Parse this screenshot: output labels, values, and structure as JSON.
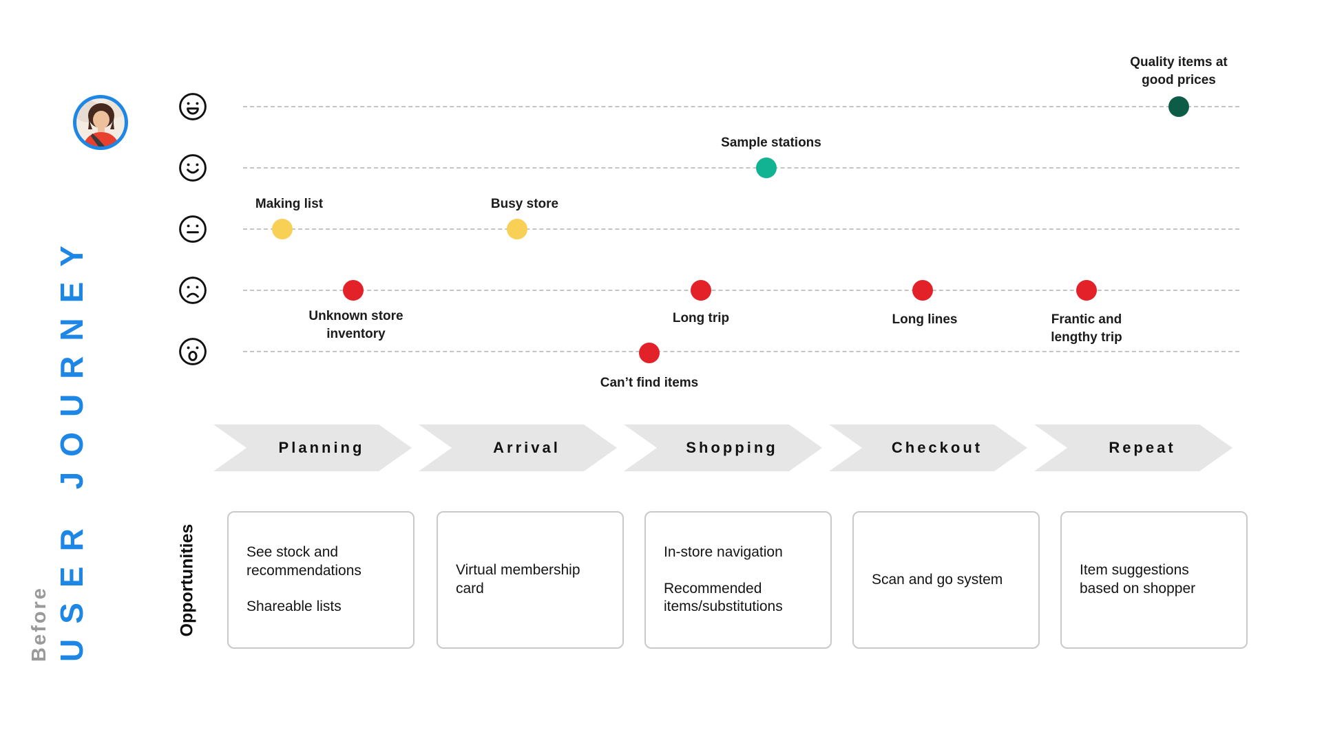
{
  "sidebar": {
    "pretitle": "Before",
    "title": "USER JOURNEY"
  },
  "persona": {
    "avatar_icon": "shopper-avatar"
  },
  "mood_scale": {
    "icons": [
      "grin-face-icon",
      "smile-face-icon",
      "neutral-face-icon",
      "frown-face-icon",
      "distress-face-icon"
    ],
    "levels": [
      "very happy",
      "happy",
      "neutral",
      "unhappy",
      "very unhappy"
    ]
  },
  "journey": {
    "points": [
      {
        "label": "Making list",
        "phase": "Planning",
        "mood_level": 3,
        "sentiment": "neutral",
        "color": "#f8d056"
      },
      {
        "label": "Busy store",
        "phase": "Arrival",
        "mood_level": 3,
        "sentiment": "neutral",
        "color": "#f8d056"
      },
      {
        "label": "Sample stations",
        "phase": "Shopping",
        "mood_level": 2,
        "sentiment": "positive",
        "color": "#12b392"
      },
      {
        "label": "Quality items at good prices",
        "phase": "Repeat",
        "mood_level": 1,
        "sentiment": "very positive",
        "color": "#0d5c47"
      },
      {
        "label": "Unknown store inventory",
        "phase": "Planning",
        "mood_level": 4,
        "sentiment": "negative",
        "color": "#e32128"
      },
      {
        "label": "Long trip",
        "phase": "Shopping",
        "mood_level": 4,
        "sentiment": "negative",
        "color": "#e32128"
      },
      {
        "label": "Can’t find items",
        "phase": "Shopping",
        "mood_level": 5,
        "sentiment": "very negative",
        "color": "#e32128"
      },
      {
        "label": "Long lines",
        "phase": "Checkout",
        "mood_level": 4,
        "sentiment": "negative",
        "color": "#e32128"
      },
      {
        "label": "Frantic and lengthy trip",
        "phase": "Repeat",
        "mood_level": 4,
        "sentiment": "negative",
        "color": "#e32128"
      }
    ]
  },
  "phases": [
    {
      "label": "Planning"
    },
    {
      "label": "Arrival"
    },
    {
      "label": "Shopping"
    },
    {
      "label": "Checkout"
    },
    {
      "label": "Repeat"
    }
  ],
  "opportunities": {
    "row_label": "Opportunities",
    "cards": [
      {
        "lines": [
          "See stock and recommendations",
          "Shareable lists"
        ]
      },
      {
        "lines": [
          "Virtual membership card"
        ]
      },
      {
        "lines": [
          "In-store navigation",
          "Recommended items/substitutions"
        ]
      },
      {
        "lines": [
          "Scan and go system"
        ]
      },
      {
        "lines": [
          "Item suggestions based on shopper"
        ]
      }
    ]
  },
  "colors": {
    "accent_blue": "#1e87e5",
    "muted_gray": "#9a9a9a",
    "neutral_yellow": "#f8d056",
    "negative_red": "#e32128",
    "positive_teal": "#12b392",
    "very_positive_green": "#0d5c47",
    "phase_arrow_gray": "#e6e6e6",
    "gridline_gray": "#c4c4c4"
  }
}
